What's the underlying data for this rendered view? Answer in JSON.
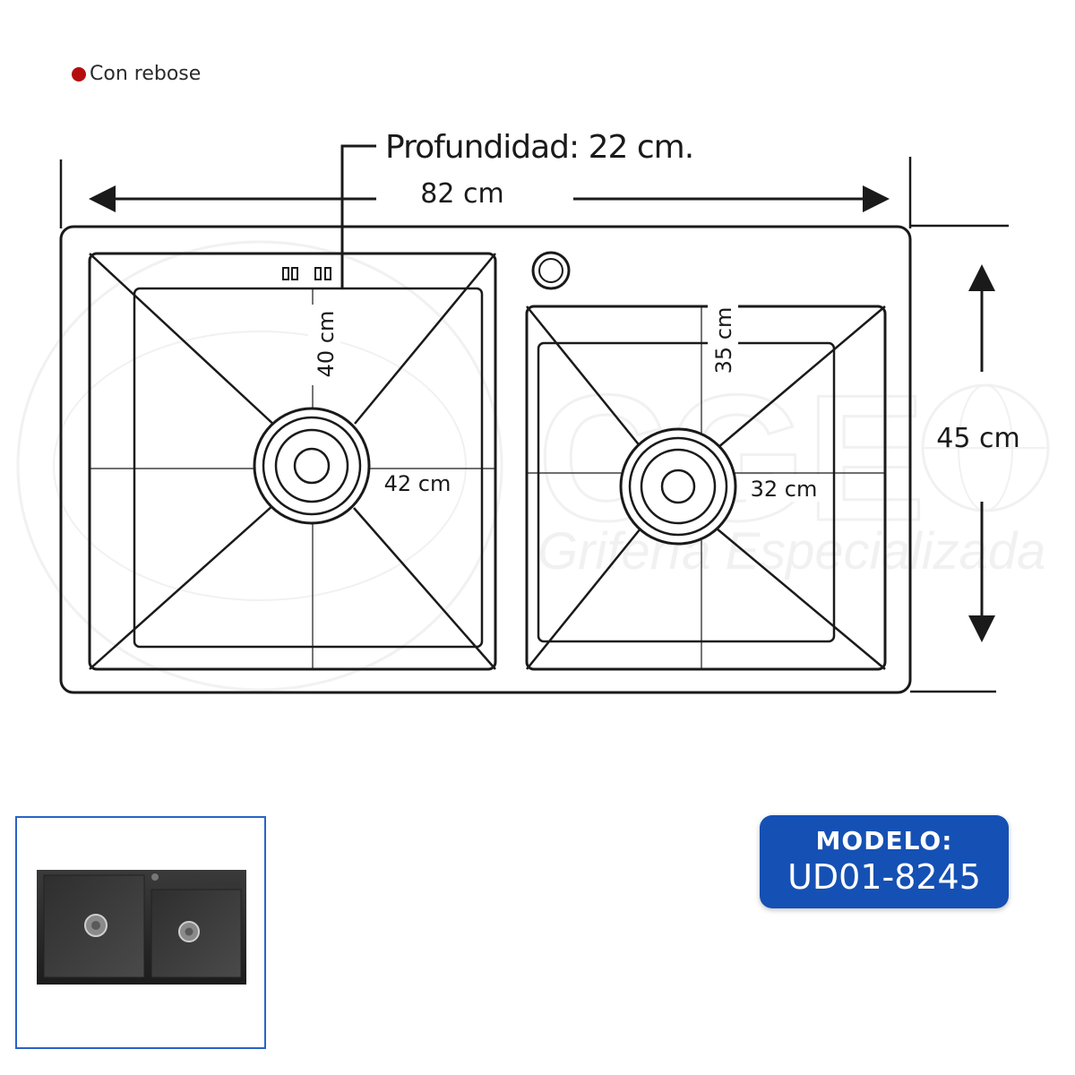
{
  "note": {
    "text": "Con rebose",
    "dot_color": "#b50d0d"
  },
  "dimensions": {
    "depth": "Profundidad: 22 cm.",
    "overall_width": "82 cm",
    "overall_height": "45 cm",
    "left_bowl_height": "40 cm",
    "left_bowl_width": "42 cm",
    "right_bowl_height": "35 cm",
    "right_bowl_width": "32 cm"
  },
  "watermark": {
    "brand": "CGE",
    "tagline": "Grifería Especializada"
  },
  "model": {
    "label": "MODELO:",
    "value": "UD01-8245",
    "badge_color": "#1550b4"
  },
  "photo": {
    "description_icon": "sink-photo-icon",
    "border_color": "#2a63c8"
  }
}
